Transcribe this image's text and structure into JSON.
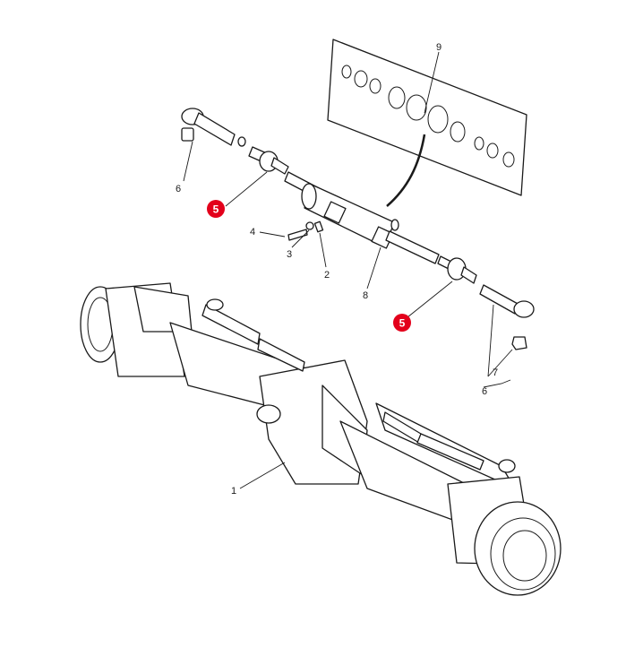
{
  "callouts": {
    "c1": "1",
    "c2": "2",
    "c3": "3",
    "c4": "4",
    "c5a": "5",
    "c5b": "5",
    "c6a": "6",
    "c6b": "6",
    "c7": "7",
    "c8": "8",
    "c9": "9"
  },
  "colors": {
    "highlight": "#e3001b",
    "line": "#1a1a1a",
    "background": "#ffffff"
  }
}
